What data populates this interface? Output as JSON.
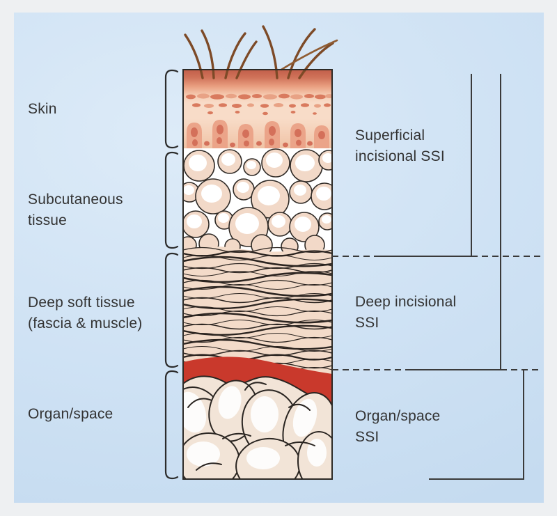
{
  "figure": {
    "kind": "tissue-cross-section-ssi-classification"
  },
  "labels": {
    "left": [
      {
        "name": "skin",
        "lines": [
          "Skin"
        ]
      },
      {
        "name": "subcutaneous",
        "lines": [
          "Subcutaneous",
          "tissue"
        ]
      },
      {
        "name": "deep-soft-tissue",
        "lines": [
          "Deep soft tissue",
          "(fascia & muscle)"
        ]
      },
      {
        "name": "organ-space",
        "lines": [
          "Organ/space"
        ]
      }
    ],
    "right": [
      {
        "name": "superficial-incisional-ssi",
        "lines": [
          "Superficial",
          "incisional SSI"
        ]
      },
      {
        "name": "deep-incisional-ssi",
        "lines": [
          "Deep incisional",
          "SSI"
        ]
      },
      {
        "name": "organ-space-ssi",
        "lines": [
          "Organ/space",
          "SSI"
        ]
      }
    ]
  },
  "colors": {
    "page_background": "#eef0f2",
    "panel_blue_light": "#ddebf8",
    "panel_blue_dark": "#c5dbf0",
    "outline": "#2d2a26",
    "annotation_line": "#3a3a3a",
    "text": "#333333",
    "skin_top_band": "#c25f4a",
    "skin_light": "#f8dcc8",
    "papilla": "#eba489",
    "dermis_dot": "#d4705a",
    "fat_lobule": "#f2d9c8",
    "fascia_background": "#f3dbc9",
    "peritoneum_red": "#c9392c",
    "organ_fill": "#f2e4d7",
    "hair_brown": "#7d4a27"
  }
}
